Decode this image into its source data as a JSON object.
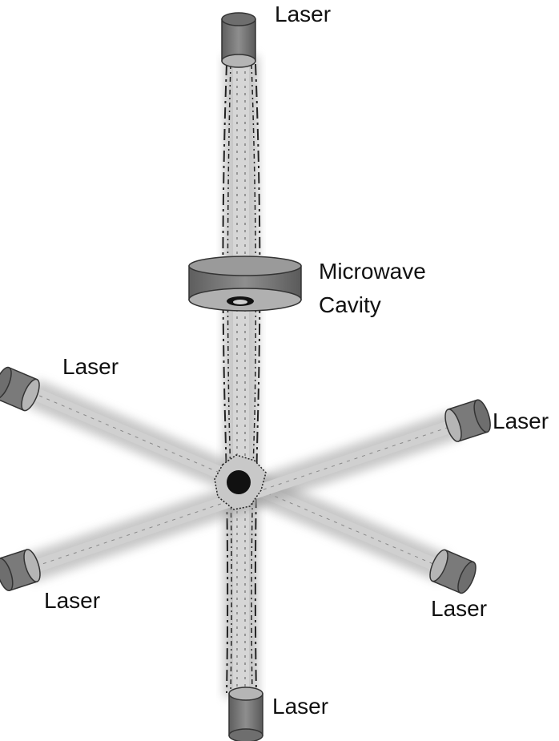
{
  "labels": {
    "laser_top": "Laser",
    "laser_upper_left": "Laser",
    "laser_upper_right": "Laser",
    "laser_lower_left": "Laser",
    "laser_lower_right": "Laser",
    "laser_bottom": "Laser",
    "cavity_line1": "Microwave",
    "cavity_line2": "Cavity"
  },
  "colors": {
    "laser_body": "#7a7a7a",
    "laser_face": "#b5b5b5",
    "beam_core": "#d0d0d0",
    "beam_glow": "#9a9a9a",
    "cavity": "#8a8a8a",
    "atom_cloud": "#111111"
  }
}
